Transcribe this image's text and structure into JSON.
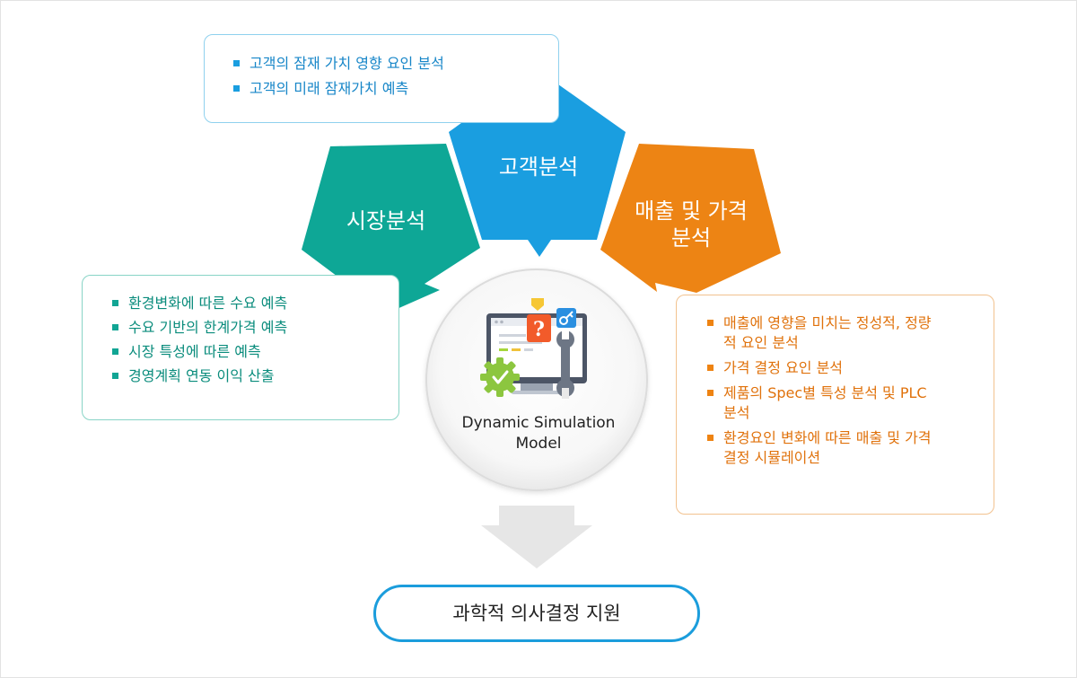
{
  "customer": {
    "label": "고객분석",
    "items": [
      "고객의 잠재 가치 영향 요인 분석",
      "고객의 미래 잠재가치 예측"
    ]
  },
  "market": {
    "label": "시장분석",
    "items": [
      "환경변화에 따른 수요 예측",
      "수요 기반의 한계가격 예측",
      "시장 특성에 따른 예측",
      "경영계획 연동 이익 산출"
    ]
  },
  "sales": {
    "label_line1": "매출 및 가격",
    "label_line2": "분석",
    "items": [
      "매출에 영향을 미치는 정성적, 정량적 요인 분석",
      "가격 결정 요인 분석",
      "제품의 Spec별 특성 분석 및 PLC 분석",
      "환경요인 변화에 따른 매출 및 가격결정 시뮬레이션"
    ]
  },
  "model": {
    "line1": "Dynamic Simulation",
    "line2": "Model"
  },
  "decision": {
    "label": "과학적 의사결정 지원"
  },
  "colors": {
    "customer": "#1a9ee0",
    "market": "#0ea796",
    "sales": "#ed8414",
    "arrow": "#e6e6e6"
  }
}
